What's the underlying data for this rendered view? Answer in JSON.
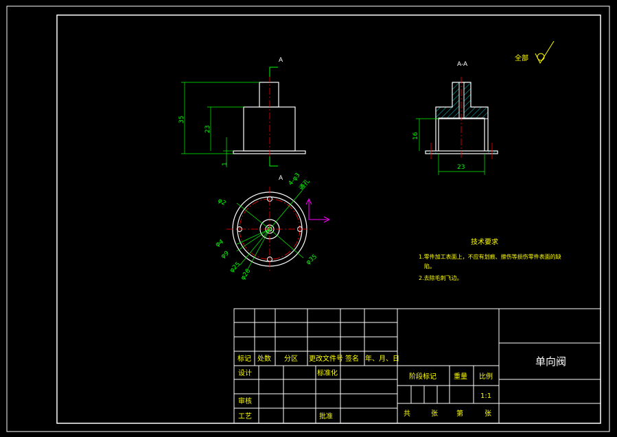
{
  "drawing": {
    "roughness_label": "全部",
    "view_marks": {
      "section_top": "A",
      "section_bottom": "A",
      "section_title": "A-A"
    },
    "dims_front": {
      "overall_height": "35",
      "body_height": "23",
      "base_thk": "1"
    },
    "dims_section": {
      "inner_height": "16",
      "width": "23"
    },
    "dims_plan": {
      "holes": "4-φ3",
      "holes_note": "通孔",
      "d_small": "φ2",
      "d4": "φ4",
      "d9": "φ9",
      "d25": "φ25",
      "d26": "φ26",
      "d35": "φ35"
    },
    "tech_req": {
      "title": "技术要求",
      "line1": "1.零件加工表面上，不应有划痕、擦伤等损伤零件表面的缺",
      "line1b": "陷。",
      "line2": "2.去除毛刺飞边。"
    }
  },
  "title_block": {
    "hdr": [
      "标记",
      "处数",
      "分区",
      "更改文件号",
      "签名",
      "年、月、日"
    ],
    "design": "设计",
    "standard": "标准化",
    "review": "审核",
    "process": "工艺",
    "approve": "批准",
    "stage_mark": "阶段标记",
    "weight": "重量",
    "scale": "比例",
    "scale_value": "1:1",
    "total": "共",
    "sheet": "张",
    "no": "第",
    "sheet2": "张",
    "part_name": "单向阀"
  }
}
